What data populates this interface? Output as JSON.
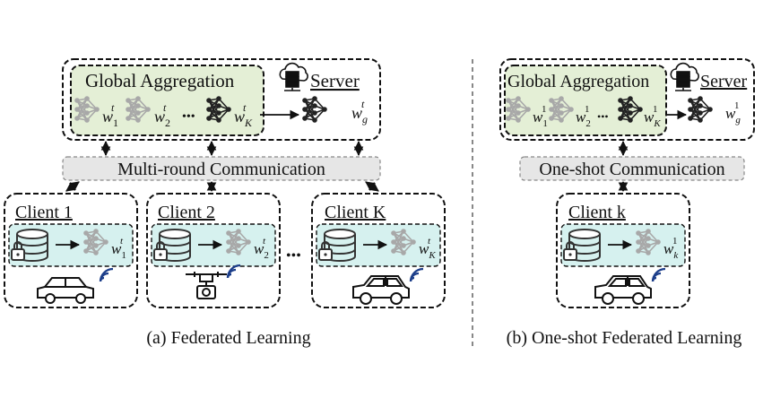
{
  "panel_a": {
    "server_box": {
      "aggregation_label": "Global Aggregation",
      "server_label": "Server",
      "w_labels": [
        "w",
        "w",
        "w"
      ],
      "w_sub": [
        "1",
        "2",
        "K"
      ],
      "w_sup": "t",
      "wg": "w",
      "wg_sub": "g",
      "wg_sup": "t",
      "ellipsis": "•••"
    },
    "comm_label": "Multi-round Communication",
    "clients": [
      {
        "title": "Client 1",
        "w": "w",
        "w_sub": "1",
        "w_sup": "t",
        "device": "car"
      },
      {
        "title": "Client 2",
        "w": "w",
        "w_sub": "2",
        "w_sup": "t",
        "device": "drone"
      },
      {
        "title": "Client K",
        "w": "w",
        "w_sub": "K",
        "w_sup": "t",
        "device": "suv"
      }
    ],
    "clients_ellipsis": "•••",
    "caption": "(a) Federated Learning"
  },
  "panel_b": {
    "server_box": {
      "aggregation_label": "Global Aggregation",
      "server_label": "Server",
      "w_labels": [
        "w",
        "w",
        "w"
      ],
      "w_sub": [
        "1",
        "2",
        "K"
      ],
      "w_sup": "1",
      "wg": "w",
      "wg_sub": "g",
      "wg_sup": "1",
      "ellipsis": "•••"
    },
    "comm_label": "One-shot Communication",
    "client": {
      "title": "Client k",
      "w": "w",
      "w_sub": "k",
      "w_sup": "1",
      "device": "suv"
    },
    "caption": "(b) One-shot Federated Learning"
  },
  "colors": {
    "aggregation_fill": "#e4efd6",
    "client_fill": "#d6f1ef",
    "comm_fill": "#e6e6e6",
    "nn_light": "#a8a8a8",
    "nn_dark": "#222222"
  }
}
